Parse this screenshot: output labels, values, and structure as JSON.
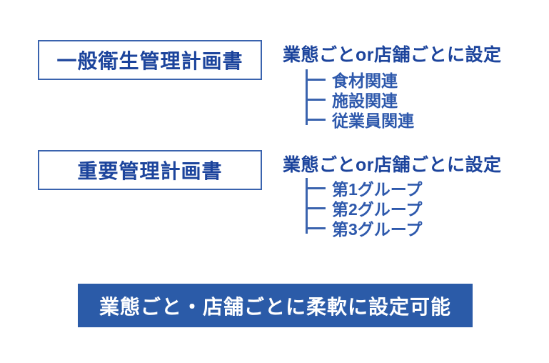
{
  "colors": {
    "box_border": "#3a63ae",
    "box_text": "#1c449c",
    "heading_text": "#1c449c",
    "tree_line": "#3a63ae",
    "tree_text": "#2e59ac",
    "banner_bg": "#2b5ba8",
    "banner_text": "#ffffff"
  },
  "sections": [
    {
      "box_label": "一般衛生管理計画書",
      "heading": "業態ごとor店舗ごとに設定",
      "items": [
        "食材関連",
        "施設関連",
        "従業員関連"
      ]
    },
    {
      "box_label": "重要管理計画書",
      "heading": "業態ごとor店舗ごとに設定",
      "items": [
        "第1グループ",
        "第2グループ",
        "第3グループ"
      ]
    }
  ],
  "banner": {
    "label": "業態ごと・店舗ごとに柔軟に設定可能"
  }
}
